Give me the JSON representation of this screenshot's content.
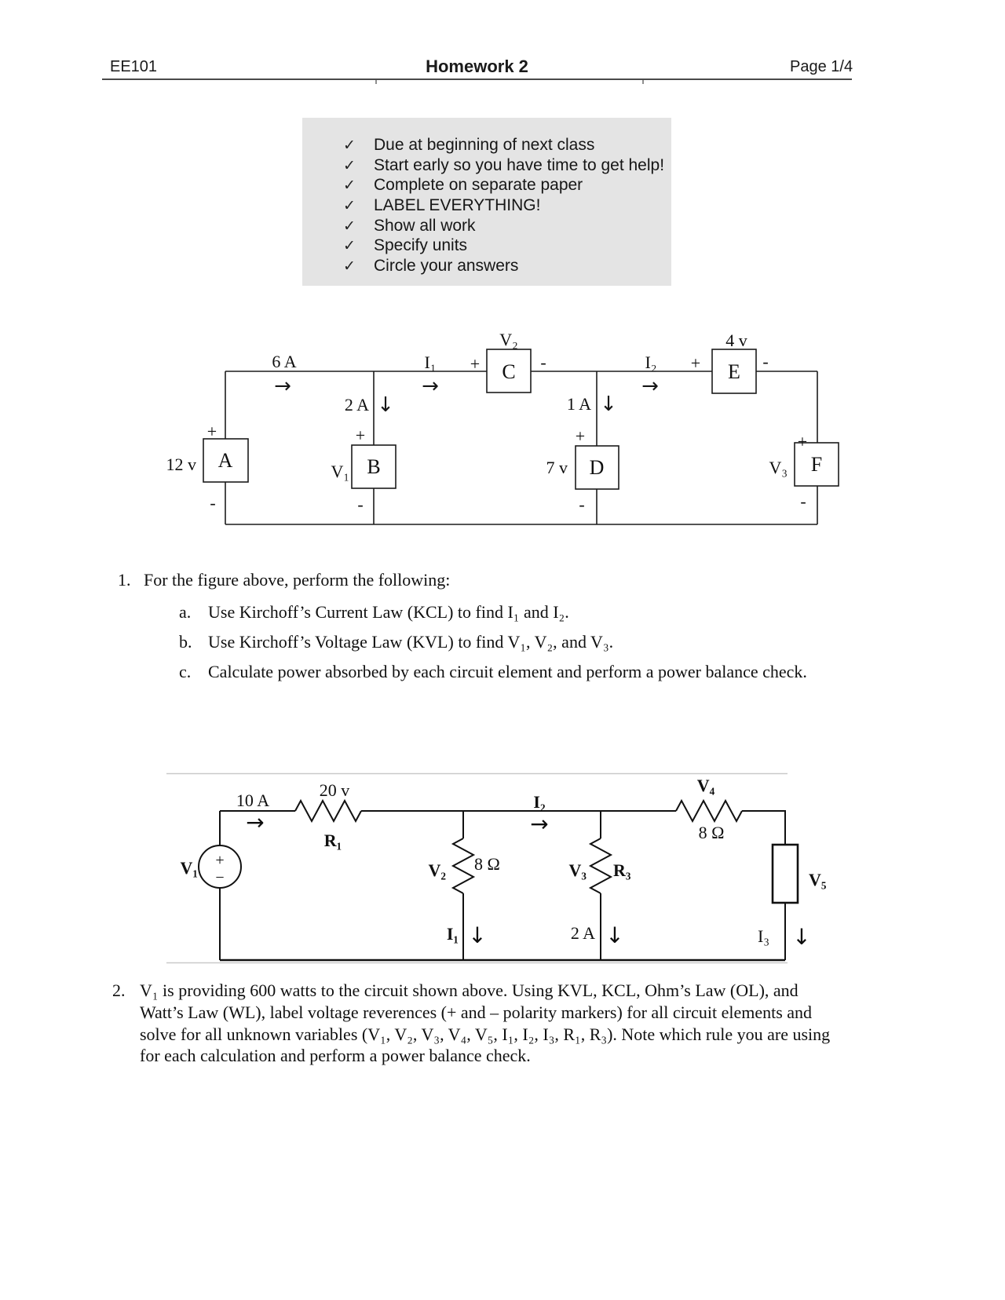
{
  "header": {
    "course": "EE101",
    "title": "Homework 2",
    "page_label": "Page 1/4"
  },
  "notice": {
    "check": "✓",
    "items": [
      "Due at beginning of next class",
      "Start early so you have time to get help!",
      "Complete on separate paper",
      "LABEL EVERYTHING!",
      "Show all work",
      "Specify units",
      "Circle your answers"
    ]
  },
  "figure1": {
    "arrow_right": "→",
    "arrow_down": "↓",
    "plus": "+",
    "minus": "-",
    "source_voltage": "12 v",
    "elements": {
      "a": "A",
      "b": "B",
      "c": "C",
      "d": "D",
      "e": "E",
      "f": "F"
    },
    "currents": {
      "top_left": "6 A",
      "branch_b": "2 A",
      "i1": "I₁",
      "branch_d": "1 A",
      "i2": "I₂"
    },
    "voltages": {
      "v1": "V₁",
      "v2": "V₂",
      "v3": "V₃",
      "d": "7 v",
      "e": "4 v"
    }
  },
  "q1": {
    "number": "1.",
    "text": "For the figure above, perform the following:",
    "items": [
      {
        "letter": "a.",
        "text": "Use Kirchoff’s Current Law (KCL) to find I₁ and I₂."
      },
      {
        "letter": "b.",
        "text": "Use Kirchoff’s Voltage Law (KVL) to find V₁, V₂, and V₃."
      },
      {
        "letter": "c.",
        "text": "Calculate power absorbed by each circuit element and perform a power balance check."
      }
    ]
  },
  "figure2": {
    "arrow_right": "→",
    "arrow_down": "↓",
    "plus": "+",
    "minus": "−",
    "labels": {
      "v1": "V₁",
      "source_current": "10 A",
      "r1_voltage": "20 v",
      "r1": "R₁",
      "v2": "V₂",
      "r2_ohms": "8 Ω",
      "i2": "I₂",
      "v3": "V₃",
      "r3": "R₃",
      "v4": "V₄",
      "r4_ohms": "8 Ω",
      "v5": "V₅",
      "i1": "I₁",
      "branch_current": "2 A",
      "i3": "I₃"
    }
  },
  "q2": {
    "number": "2.",
    "lines": [
      "V₁ is providing 600 watts to the circuit shown above.  Using KVL, KCL, Ohm’s Law (OL), and",
      "Watt’s Law (WL), label voltage reverences (+ and – polarity markers) for all circuit elements and",
      "solve for all unknown variables (V₁, V₂, V₃, V₄, V₅, I₁, I₂, I₃, R₁, R₃).  Note which rule you are using",
      "for each calculation and perform a power balance check.",
      ""
    ]
  }
}
